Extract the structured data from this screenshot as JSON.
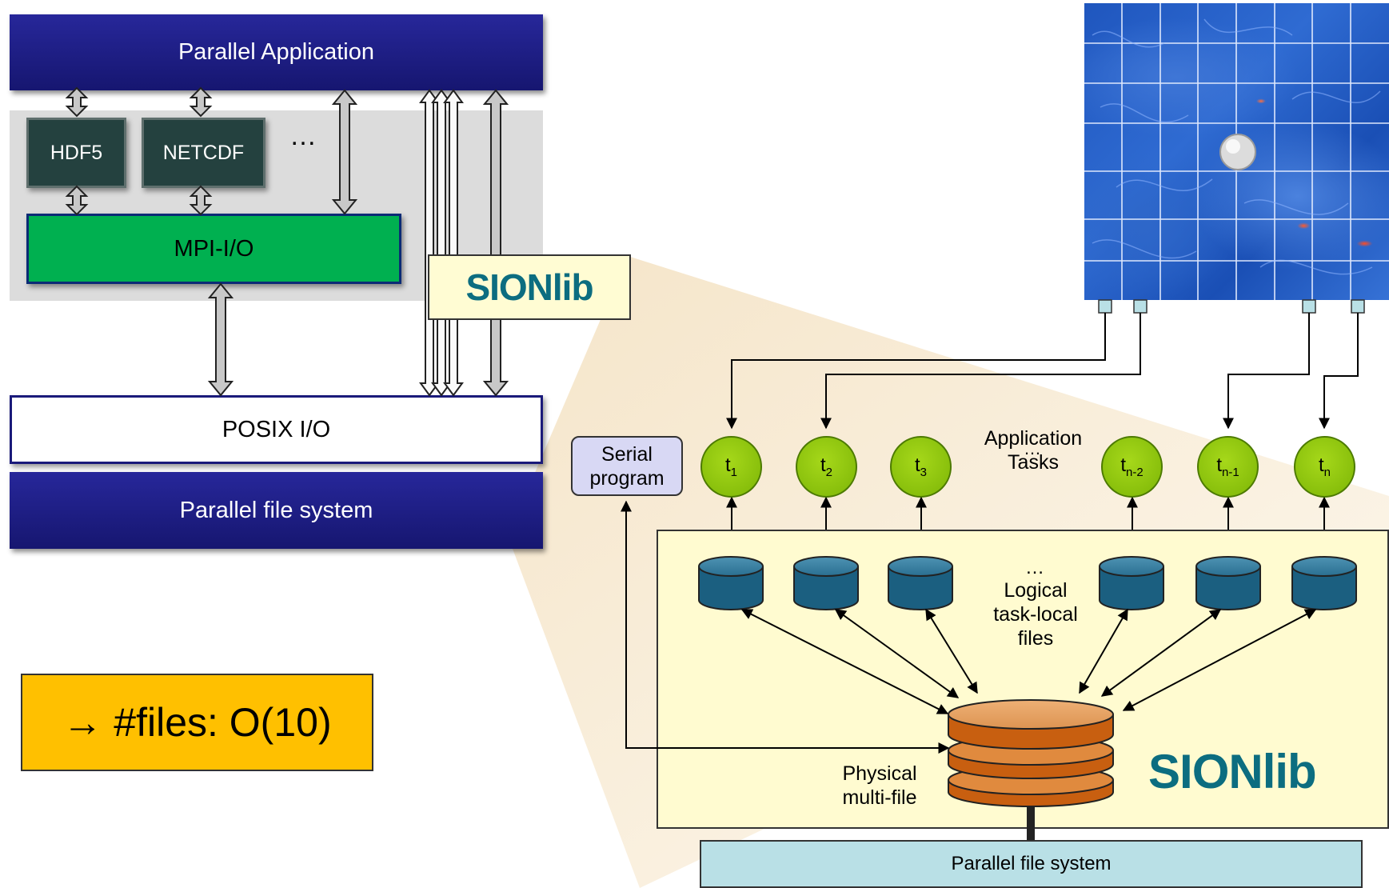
{
  "left_stack": {
    "parallel_application": "Parallel Application",
    "hdf5": "HDF5",
    "netcdf": "NETCDF",
    "ellipsis": "…",
    "mpi_io": "MPI-I/O",
    "posix_io": "POSIX I/O",
    "parallel_file_system": "Parallel file system"
  },
  "sionlib_logo_text": "SIONlib",
  "files_callout": "→ #files:  O(10)",
  "right_diagram": {
    "serial_program": "Serial\nprogram",
    "application_tasks": "Application\nTasks",
    "tasks": [
      {
        "base": "t",
        "sub": "1"
      },
      {
        "base": "t",
        "sub": "2"
      },
      {
        "base": "t",
        "sub": "3"
      },
      {
        "base": "t",
        "sub": "n-2"
      },
      {
        "base": "t",
        "sub": "n-1"
      },
      {
        "base": "t",
        "sub": "n"
      }
    ],
    "tasks_ellipsis": "…",
    "files_ellipsis": "…",
    "logical_files": "Logical\ntask-local\nfiles",
    "physical_multifile": "Physical\nmulti-file",
    "parallel_file_system": "Parallel file system"
  },
  "colors": {
    "navy": "#1e1e84",
    "mpi_green": "#00b050",
    "task_green": "#8cc63f",
    "callout": "#ffc000",
    "sion_panel": "#fffbd0",
    "pfs_right": "#b9e0e6",
    "cylinder_blue": "#1b5f80",
    "multifile_orange": "#d06a17"
  }
}
